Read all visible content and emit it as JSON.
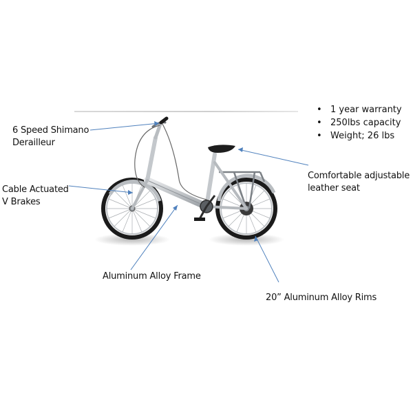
{
  "specs": [
    "1 year warranty",
    "250lbs capacity",
    "Weight; 26 lbs"
  ],
  "callouts": {
    "derailleur": [
      "6 Speed Shimano",
      "Derailleur"
    ],
    "brakes": [
      "Cable Actuated",
      "V Brakes"
    ],
    "frame": "Aluminum Alloy Frame",
    "seat": [
      "Comfortable adjustable",
      "leather seat"
    ],
    "rims": "20” Aluminum Alloy Rims"
  },
  "colors": {
    "leader_line": "#4f81bd",
    "frame": "#b8bcc0",
    "tire": "#1a1a1a"
  }
}
